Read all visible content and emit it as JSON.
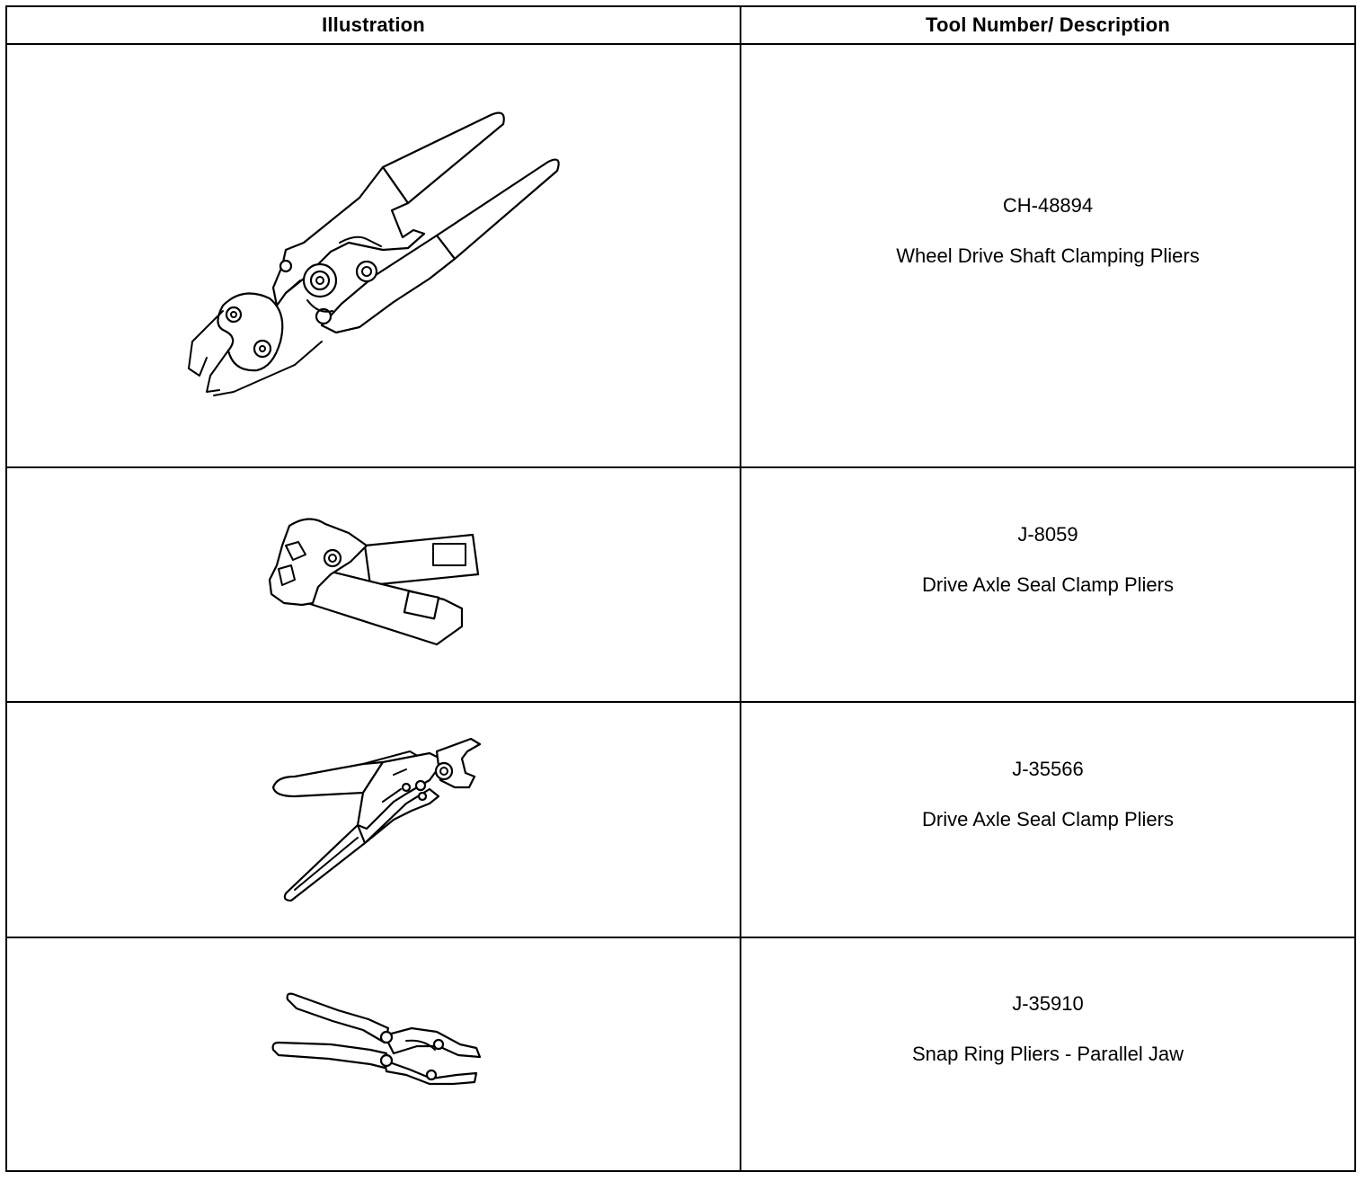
{
  "table": {
    "headers": {
      "illustration": "Illustration",
      "tool": "Tool Number/ Description"
    },
    "rows": [
      {
        "tool_number": "CH-48894",
        "description": "Wheel Drive Shaft Clamping Pliers",
        "illustration": "clamping-pliers-icon"
      },
      {
        "tool_number": "J-8059",
        "description": "Drive Axle Seal Clamp Pliers",
        "illustration": "seal-clamp-pliers-icon"
      },
      {
        "tool_number": "J-35566",
        "description": "Drive Axle Seal Clamp Pliers",
        "illustration": "seal-clamp-pliers-long-icon"
      },
      {
        "tool_number": "J-35910",
        "description": "Snap Ring Pliers - Parallel Jaw",
        "illustration": "snap-ring-pliers-icon"
      }
    ]
  }
}
